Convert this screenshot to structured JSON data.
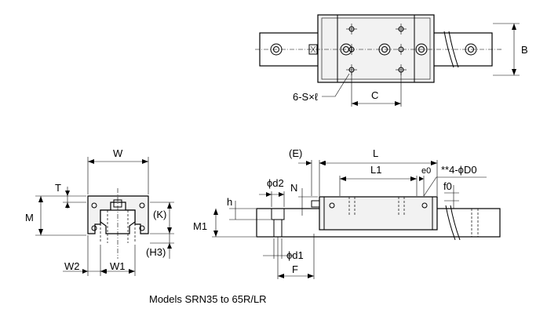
{
  "caption": "Models SRN35 to 65R/LR",
  "top_view": {
    "labels": {
      "B": "B",
      "C": "C",
      "mount_holes": "6-S×ℓ"
    }
  },
  "end_view": {
    "labels": {
      "W": "W",
      "T": "T",
      "M": "M",
      "K": "(K)",
      "H3": "(H3)",
      "W1": "W1",
      "W2": "W2"
    }
  },
  "side_view": {
    "labels": {
      "E": "(E)",
      "L": "L",
      "L1": "L1",
      "e0": "e0",
      "holes": "**4-ϕD0",
      "f0": "f0",
      "d2": "ϕd2",
      "N": "N",
      "h": "h",
      "M1": "M1",
      "d1": "ϕd1",
      "F": "F"
    }
  }
}
